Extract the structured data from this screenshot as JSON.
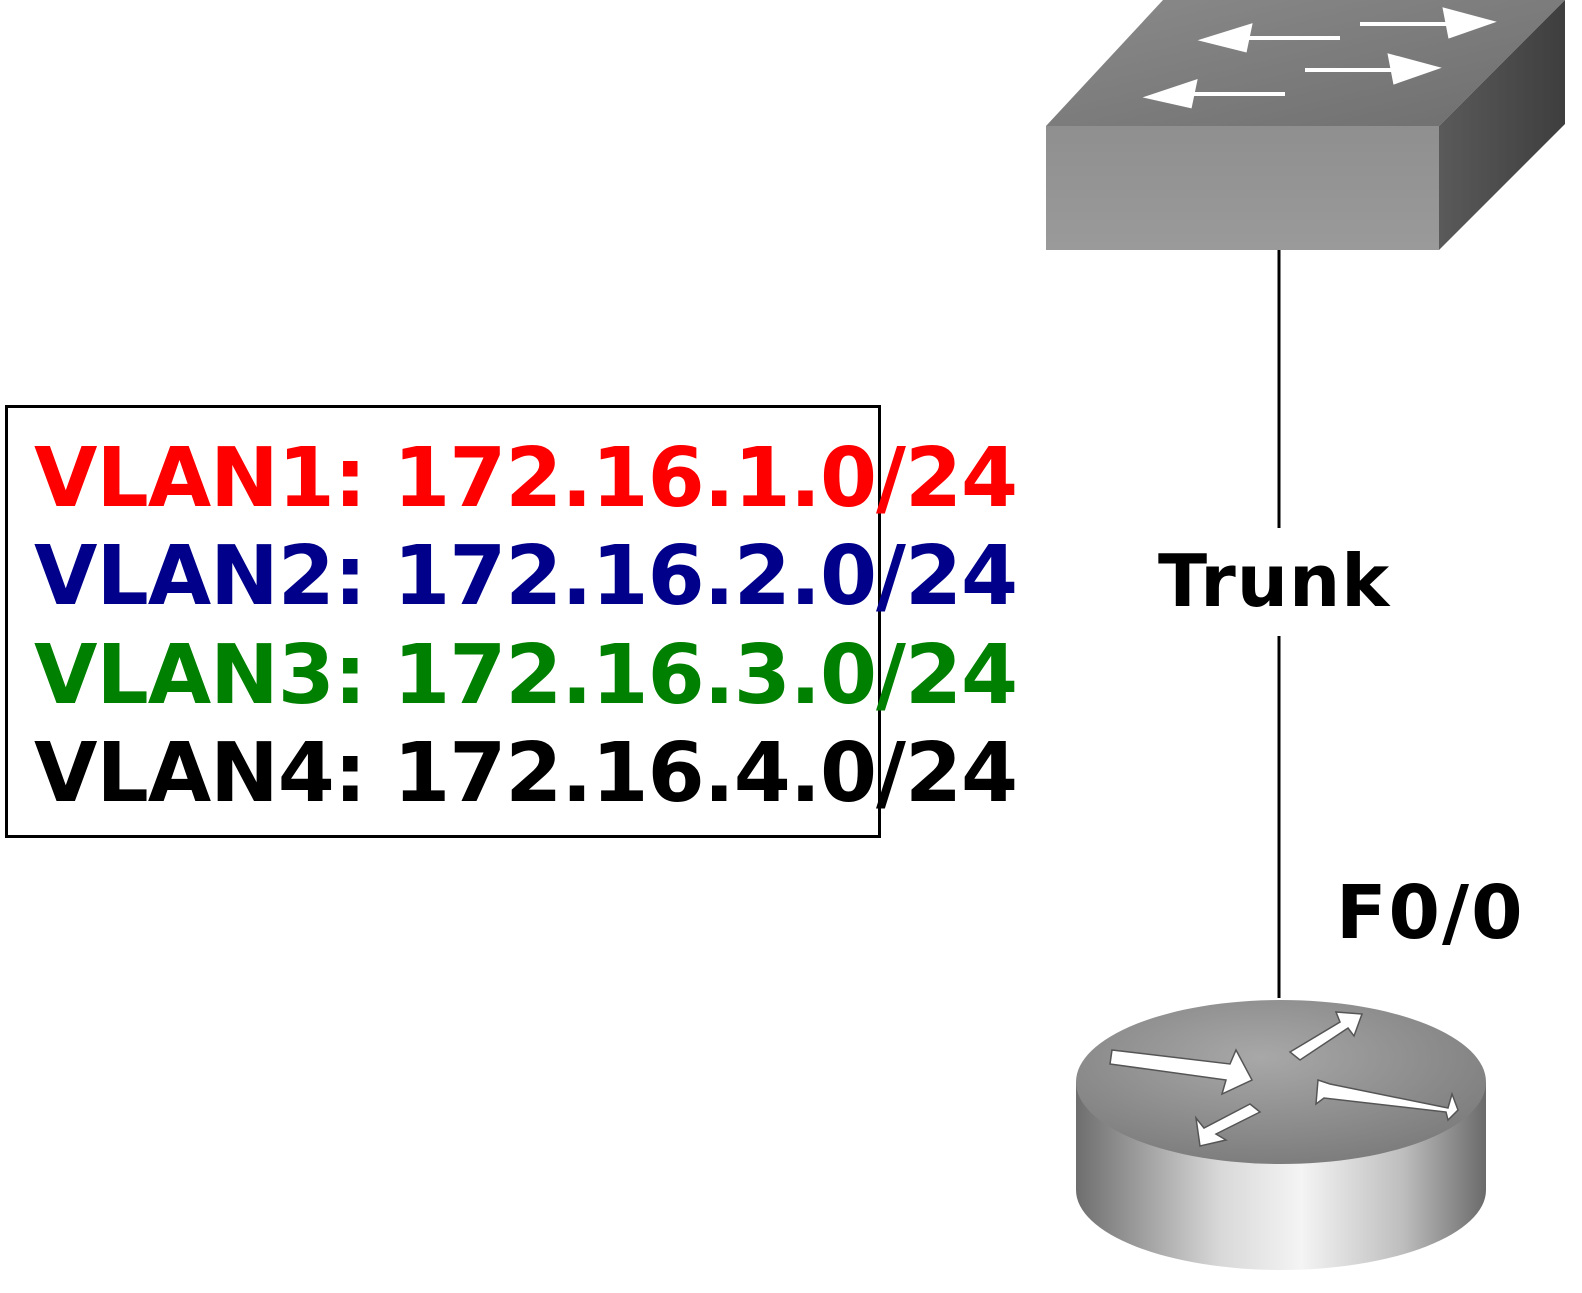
{
  "vlans": [
    {
      "text": "VLAN1: 172.16.1.0/24",
      "color": "#ff0000"
    },
    {
      "text": "VLAN2: 172.16.2.0/24",
      "color": "#00008b"
    },
    {
      "text": "VLAN3: 172.16.3.0/24",
      "color": "#008000"
    },
    {
      "text": "VLAN4: 172.16.4.0/24",
      "color": "#000000"
    }
  ],
  "link": {
    "label": "Trunk"
  },
  "router": {
    "port": "F0/0"
  },
  "icons": {
    "switch": "switch-icon",
    "router": "router-icon"
  }
}
